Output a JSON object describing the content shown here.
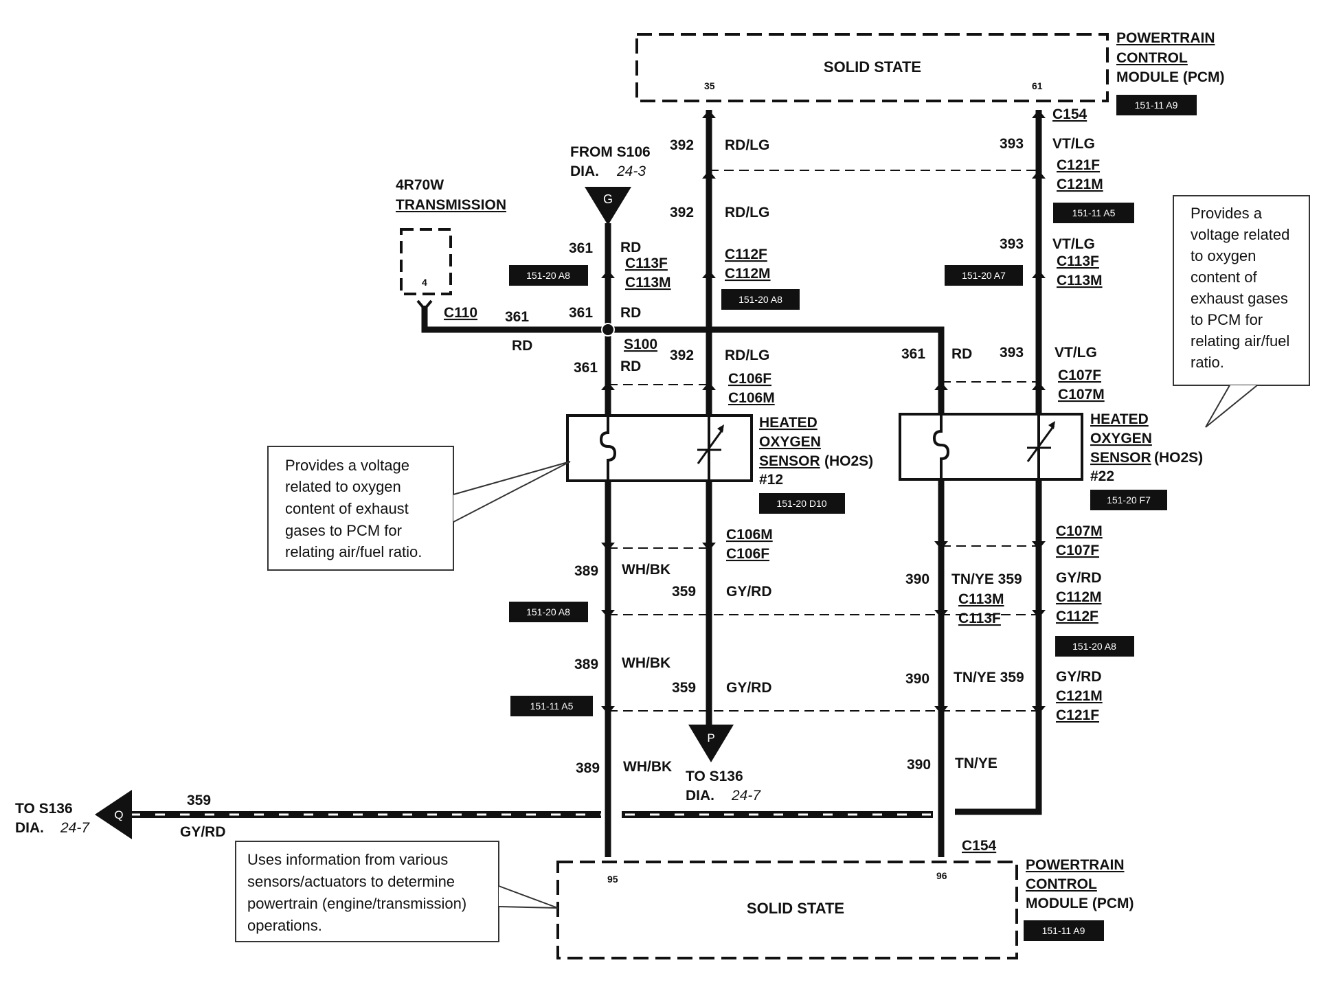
{
  "pcm_top": {
    "title": "SOLID STATE",
    "name_line1": "POWERTRAIN",
    "name_line2": "CONTROL",
    "name_line3": "MODULE (PCM)",
    "ref": "151-11 A9",
    "pin_left": "35",
    "pin_right": "61",
    "connector": "C154"
  },
  "pcm_bottom": {
    "title": "SOLID STATE",
    "name_line1": "POWERTRAIN",
    "name_line2": "CONTROL",
    "name_line3": "MODULE (PCM)",
    "ref": "151-11 A9",
    "pin_left": "95",
    "pin_right": "96",
    "connector": "C154"
  },
  "transmission": {
    "line1": "4R70W",
    "line2": "TRANSMISSION",
    "pin": "4",
    "connector": "C110"
  },
  "from_s106": {
    "line1": "FROM S106",
    "dia_prefix": "DIA.",
    "dia_num": "24-3",
    "letter": "G"
  },
  "to_s136_p": {
    "line1": "TO S136",
    "dia_prefix": "DIA.",
    "dia_num": "24-7",
    "letter": "P"
  },
  "to_s136_q": {
    "line1": "TO S136",
    "dia_prefix": "DIA.",
    "dia_num": "24-7",
    "letter": "Q",
    "circuit": "359",
    "color": "GY/RD"
  },
  "splice": {
    "name": "S100"
  },
  "sensor1": {
    "line1": "HEATED",
    "line2": "OXYGEN",
    "line3": "SENSOR",
    "suffix": "(HO2S)",
    "num": "#12",
    "ref": "151-20 D10"
  },
  "sensor2": {
    "line1": "HEATED",
    "line2": "OXYGEN",
    "line3": "SENSOR",
    "suffix": "(HO2S)",
    "num": "#22",
    "ref": "151-20 F7"
  },
  "refs": {
    "r_c113_left": "151-20 A8",
    "r_c112_top": "151-20 A8",
    "r_c113_right": "151-20 A7",
    "r_c121_top": "151-11 A5",
    "r_c113_bottom": "151-20 A8",
    "r_c121_bottom": "151-11 A5",
    "r_c112_bottom": "151-20 A8"
  },
  "connectors": {
    "c121f": "C121F",
    "c121m": "C121M",
    "c113f": "C113F",
    "c113m": "C113M",
    "c112f": "C112F",
    "c112m": "C112M",
    "c106f": "C106F",
    "c106m": "C106M",
    "c107f": "C107F",
    "c107m": "C107M"
  },
  "wires": {
    "c361": "361",
    "rd": "RD",
    "c392": "392",
    "rdlg": "RD/LG",
    "c393": "393",
    "vtlg": "VT/LG",
    "c389": "389",
    "whbk": "WH/BK",
    "c359": "359",
    "gyrd": "GY/RD",
    "c390": "390",
    "tnye": "TN/YE",
    "tnye359": "TN/YE 359"
  },
  "callouts": {
    "right": [
      "Provides a",
      "voltage related",
      "to oxygen",
      "content of",
      "exhaust gases",
      "to PCM for",
      "relating air/fuel",
      "ratio."
    ],
    "left": [
      "Provides a voltage",
      "related to oxygen",
      "content of exhaust",
      "gases to PCM for",
      "relating air/fuel ratio."
    ],
    "bottom": [
      "Uses information from various",
      "sensors/actuators to determine",
      "powertrain (engine/transmission)",
      "operations."
    ]
  }
}
